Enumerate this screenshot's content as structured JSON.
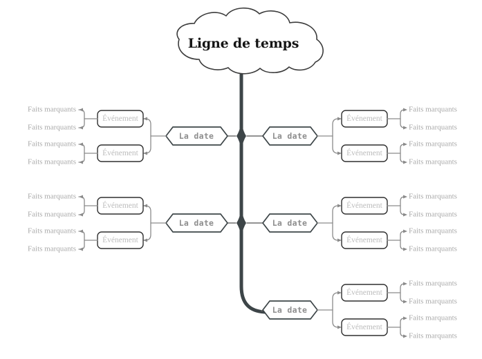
{
  "diagram": {
    "title": "Ligne de temps",
    "type": "mind-map",
    "language": "fr",
    "background_color": "#ffffff",
    "colors": {
      "trunk": "#3d4548",
      "cloud_stroke": "#3b3b3b",
      "root_text": "#151515",
      "date_stroke": "#3d4548",
      "date_text": "#8d8d8d",
      "event_stroke": "#2f2f2f",
      "event_text": "#bcbcbc",
      "fact_text": "#a9a9a9",
      "connector": "#8a8a8a"
    },
    "root": {
      "label": "Ligne de temps",
      "shape": "cloud"
    },
    "labels": {
      "date": "La date",
      "event": "Événement",
      "fact": "Faits marquants"
    },
    "branches": [
      {
        "side": "left",
        "date_label": "La date",
        "events": [
          {
            "label": "Événement",
            "facts": [
              "Faits marquants",
              "Faits marquants"
            ]
          },
          {
            "label": "Événement",
            "facts": [
              "Faits marquants",
              "Faits marquants"
            ]
          }
        ]
      },
      {
        "side": "right",
        "date_label": "La date",
        "events": [
          {
            "label": "Événement",
            "facts": [
              "Faits marquants",
              "Faits marquants"
            ]
          },
          {
            "label": "Événement",
            "facts": [
              "Faits marquants",
              "Faits marquants"
            ]
          }
        ]
      },
      {
        "side": "left",
        "date_label": "La date",
        "events": [
          {
            "label": "Événement",
            "facts": [
              "Faits marquants",
              "Faits marquants"
            ]
          },
          {
            "label": "Événement",
            "facts": [
              "Faits marquants",
              "Faits marquants"
            ]
          }
        ]
      },
      {
        "side": "right",
        "date_label": "La date",
        "events": [
          {
            "label": "Événement",
            "facts": [
              "Faits marquants",
              "Faits marquants"
            ]
          },
          {
            "label": "Événement",
            "facts": [
              "Faits marquants",
              "Faits marquants"
            ]
          }
        ]
      },
      {
        "side": "right",
        "date_label": "La date",
        "events": [
          {
            "label": "Événement",
            "facts": [
              "Faits marquants",
              "Faits marquants"
            ]
          },
          {
            "label": "Événement",
            "facts": [
              "Faits marquants",
              "Faits marquants"
            ]
          }
        ]
      }
    ]
  }
}
